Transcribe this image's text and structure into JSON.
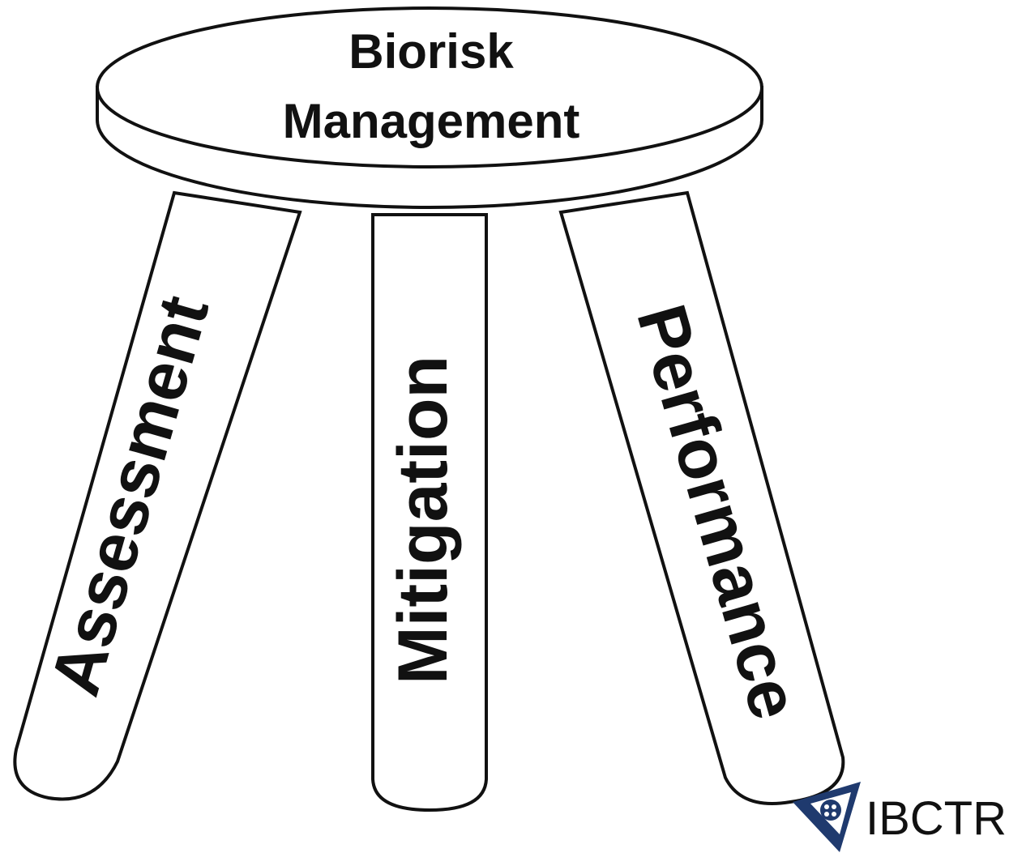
{
  "seat": {
    "line1": "Biorisk",
    "line2": "Management"
  },
  "legs": [
    {
      "label": "Assessment"
    },
    {
      "label": "Mitigation"
    },
    {
      "label": "Performance"
    }
  ],
  "logo": {
    "text": "IBCTR",
    "color": "#1f3a6e"
  },
  "colors": {
    "stroke": "#111111",
    "fill": "#ffffff"
  }
}
